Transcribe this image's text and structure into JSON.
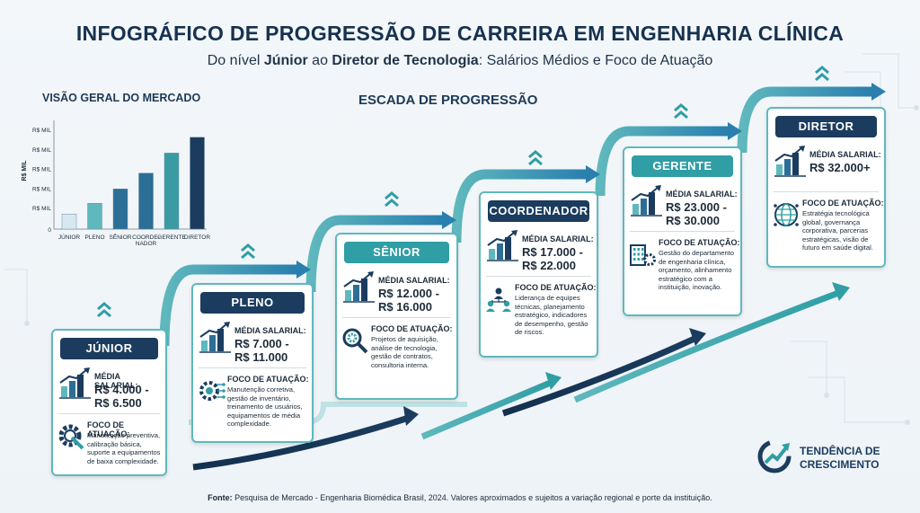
{
  "header": {
    "title": "INFOGRÁFICO DE PROGRESSÃO DE CARREIRA EM ENGENHARIA CLÍNICA",
    "subtitle_pre": "Do nível ",
    "subtitle_b1": "Júnior",
    "subtitle_mid": " ao ",
    "subtitle_b2": "Diretor de Tecnologia",
    "subtitle_post": ": Salários Médios e Foco de Atuação"
  },
  "overview": {
    "title": "VISÃO GERAL DO MERCADO"
  },
  "ladder": {
    "title": "ESCADA DE PROGRESSÃO"
  },
  "chart_data": {
    "type": "bar",
    "title": "VISÃO GERAL DO MERCADO",
    "ylabel": "R$ MIL",
    "ytick_labels": [
      "R$ MIL",
      "R$ MIL",
      "R$ MIL",
      "R$ MIL",
      "R$ MIL",
      "0"
    ],
    "categories": [
      "JÚNIOR",
      "PLENO",
      "SÊNIOR",
      "COORDE-NADOR",
      "GERENTE",
      "DIRETOR"
    ],
    "category_lines": [
      [
        "JÚNIOR"
      ],
      [
        "PLENO"
      ],
      [
        "SÊNIOR"
      ],
      [
        "COORDE-",
        "NADOR"
      ],
      [
        "GERENTE"
      ],
      [
        "DIRETOR"
      ]
    ],
    "values": [
      5.25,
      9,
      14,
      19.5,
      26.5,
      32
    ],
    "ylim": [
      0,
      36
    ],
    "colors": [
      "#d7e8f0",
      "#5fb8bd",
      "#2b6e96",
      "#2b6e96",
      "#3a9ba3",
      "#1b3c5e"
    ],
    "grid": false,
    "legend": "none"
  },
  "common": {
    "salary_label": "MÉDIA SALARIAL:",
    "focus_label": "FOCO DE ATUAÇÃO:"
  },
  "levels": [
    {
      "name": "JÚNIOR",
      "salary_line1": "R$ 4.000 -",
      "salary_line2": "R$ 6.500",
      "focus": "Manutenção preventiva, calibração básica, suporte a equipamentos de baixa complexidade.",
      "focus_icon": "gear-wrench-icon",
      "badge_color": "#1b3c5e"
    },
    {
      "name": "PLENO",
      "salary_line1": "R$ 7.000 -",
      "salary_line2": "R$ 11.000",
      "focus": "Manutenção corretiva, gestão de inventário, treinamento de usuários, equipamentos de média complexidade.",
      "focus_icon": "circuit-gear-icon",
      "badge_color": "#1b3c5e"
    },
    {
      "name": "SÊNIOR",
      "salary_line1": "R$ 12.000 -",
      "salary_line2": "R$ 16.000",
      "focus": "Projetos de aquisição, análise de tecnologia, gestão de contratos, consultoria interna.",
      "focus_icon": "magnifier-gear-icon",
      "badge_color": "#2f9ea5"
    },
    {
      "name": "COORDENADOR",
      "salary_line1": "R$ 17.000 -",
      "salary_line2": "R$ 22.000",
      "focus": "Liderança de equipes técnicas, planejamento estratégico, indicadores de desempenho, gestão de riscos.",
      "focus_icon": "team-icon",
      "badge_color": "#1b3c5e"
    },
    {
      "name": "GERENTE",
      "salary_line1": "R$ 23.000 -",
      "salary_line2": "R$ 30.000",
      "focus": "Gestão do departamento de engenharia clínica, orçamento, alinhamento estratégico com a instituição, inovação.",
      "focus_icon": "building-gear-icon",
      "badge_color": "#2f9ea5"
    },
    {
      "name": "DIRETOR",
      "salary_line1": "R$ 32.000+",
      "salary_line2": "",
      "focus": "Estratégia tecnológica global, governança corporativa, parcerias estratégicas, visão de futuro em saúde digital.",
      "focus_icon": "globe-icon",
      "badge_color": "#1b3c5e"
    }
  ],
  "trend": {
    "line1": "TENDÊNCIA DE",
    "line2": "CRESCIMENTO"
  },
  "footer": {
    "label": "Fonte:",
    "text": " Pesquisa de Mercado - Engenharia Biomédica Brasil, 2024. Valores aproximados e sujeitos a variação regional e porte da instituição."
  },
  "colors": {
    "navy": "#1b3c5e",
    "teal": "#2f9ea5",
    "light_teal": "#5fb8bd"
  }
}
